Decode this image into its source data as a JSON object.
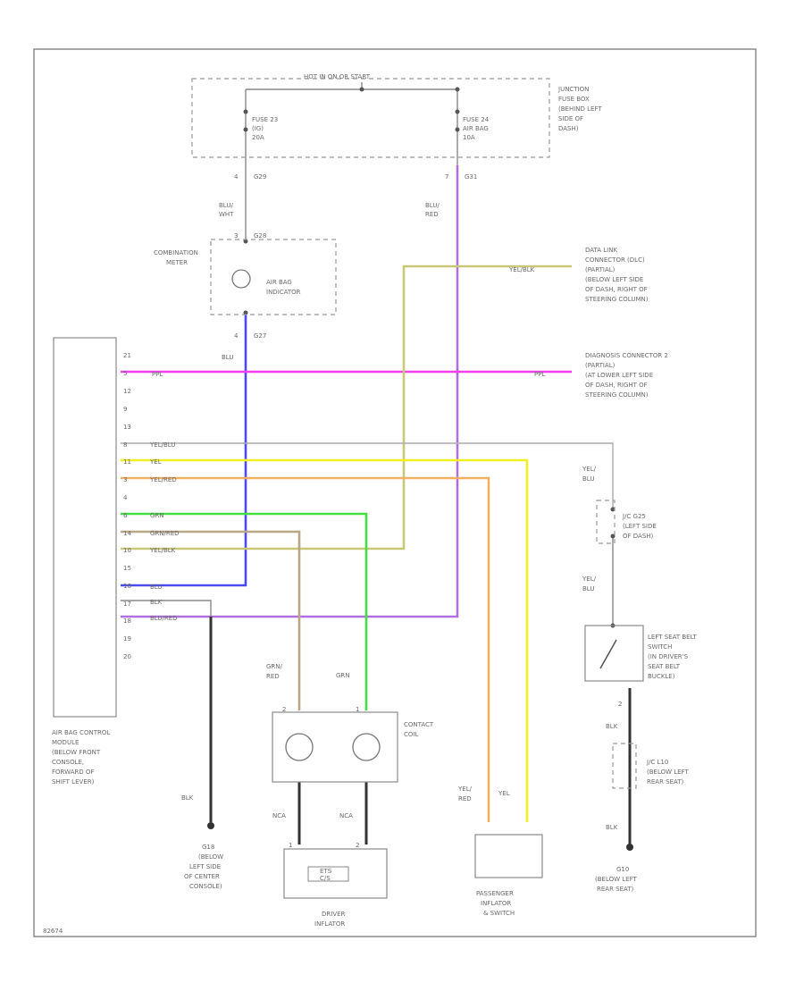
{
  "fuse_box": {
    "hot_label": "HOT IN ON OR START",
    "fuse1": [
      "FUSE 23",
      "(IG)",
      "20A"
    ],
    "fuse2": [
      "FUSE 24",
      "AIR BAG",
      "10A"
    ],
    "location": [
      "JUNCTION",
      "FUSE BOX",
      "(BEHIND LEFT",
      "SIDE OF",
      "DASH)"
    ]
  },
  "wires": {
    "g29_pin": "4",
    "g29": "G29",
    "g31_pin": "7",
    "g31": "G31",
    "blu_wht": [
      "BLU/",
      "WHT"
    ],
    "blu_red": [
      "BLU/",
      "RED"
    ],
    "g28_pin": "3",
    "g28": "G28",
    "g27_pin": "4",
    "g27": "G27",
    "blu": "BLU",
    "yel_blk_top": "YEL/BLK",
    "ppl_a": "PPL",
    "ppl_b": "PPL",
    "yel_blu_left": [
      "YEL/",
      "BLU"
    ],
    "yel_blu_right": [
      "YEL/",
      "BLU"
    ],
    "grn_red": [
      "GRN/",
      "RED"
    ],
    "grn": "GRN",
    "blk_left": "BLK",
    "nca_1": "NCA",
    "nca_2": "NCA",
    "yel_red": [
      "YEL/",
      "RED"
    ],
    "yel": "YEL",
    "blk_r1": "BLK",
    "blk_r2": "BLK",
    "pin_2": "2"
  },
  "combination_meter": {
    "title": [
      "COMBINATION",
      "METER"
    ],
    "indicator": [
      "AIR BAG",
      "INDICATOR"
    ]
  },
  "dlc": [
    "DATA LINK",
    "CONNECTOR (DLC)",
    "(PARTIAL)",
    "(BELOW LEFT SIDE",
    "OF DASH, RIGHT OF",
    "STEERING COLUMN)"
  ],
  "diag": [
    "DIAGNOSIS CONNECTOR 2",
    "(PARTIAL)",
    "(AT LOWER LEFT SIDE",
    "OF DASH, RIGHT OF",
    "STEERING COLUMN)"
  ],
  "module": {
    "title": [
      "AIR BAG CONTROL",
      "MODULE",
      "(BELOW FRONT",
      "CONSOLE,",
      "FORWARD OF",
      "SHIFT LEVER)"
    ],
    "pins": [
      "21",
      "5",
      "12",
      "9",
      "13",
      "8",
      "11",
      "3",
      "4",
      "6",
      "14",
      "10",
      "15",
      "16",
      "17",
      "18",
      "19",
      "20"
    ],
    "wire_labels": [
      "YEL/BLU",
      "YEL",
      "YEL/RED",
      "GRN",
      "GRN/RED",
      "YEL/BLK",
      "BLU",
      "BLK",
      "BLU/RED"
    ]
  },
  "jc_g25": [
    "J/C G25",
    "(LEFT SIDE",
    "OF DASH)"
  ],
  "seatbelt": [
    "LEFT SEAT BELT",
    "SWITCH",
    "(IN DRIVER'S",
    "SEAT BELT",
    "BUCKLE)"
  ],
  "jc_l10": [
    "J/C L10",
    "(BELOW LEFT",
    "REAR SEAT)"
  ],
  "contact_coil": {
    "label": [
      "CONTACT",
      "COIL"
    ],
    "pins": [
      "2",
      "1"
    ]
  },
  "driver_inflator": {
    "label": [
      "DRIVER",
      "INFLATOR"
    ],
    "pins": [
      "1",
      "2"
    ],
    "inner": [
      "ETS",
      "C/S"
    ]
  },
  "passenger_inflator": {
    "label": [
      "PASSENGER",
      "INFLATOR",
      "& SWITCH"
    ]
  },
  "ground_g18": [
    "G18",
    "(BELOW",
    "LEFT SIDE",
    "OF CENTER",
    "CONSOLE)"
  ],
  "ground_g10": [
    "G10",
    "(BELOW LEFT",
    "REAR SEAT)"
  ],
  "footer_id": "82674",
  "colors": {
    "blue": "#4a4af0",
    "purple": "#b070e0",
    "magenta": "#f040f0",
    "yellow": "#f0f020",
    "olive": "#c8c878",
    "orange": "#f0b060",
    "green": "#40e040",
    "tan": "#b8a888",
    "black": "#333333",
    "gray": "#aaaaaa"
  }
}
